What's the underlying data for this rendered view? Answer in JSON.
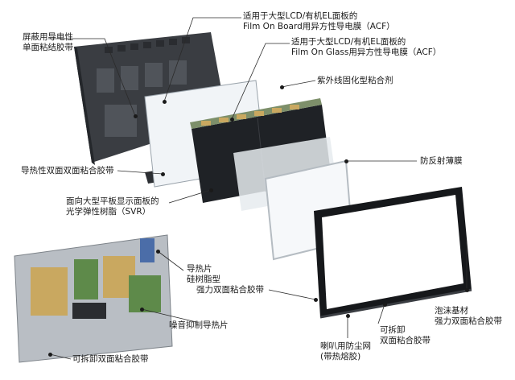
{
  "labels": {
    "shield_tape": [
      "屏蔽用导电性",
      "单面粘结胶带"
    ],
    "acf_board": [
      "适用于大型LCD/有机EL面板的",
      "Film On Board用异方性导电膜（ACF）"
    ],
    "acf_glass": [
      "适用于大型LCD/有机EL面板的",
      "Film On Glass用异方性导电膜（ACF）"
    ],
    "uv_adhesive": [
      "紫外线固化型粘合剂"
    ],
    "thermal_tape": [
      "导热性双面双面粘合胶带"
    ],
    "antireflection": [
      "防反射薄膜"
    ],
    "svr": [
      "面向大型平板显示面板的",
      "光学弹性树脂（SVR）"
    ],
    "thermal_silicone": [
      "导热片",
      "硅树脂型"
    ],
    "strong_tape": [
      "强力双面粘合胶带"
    ],
    "foam_tape": [
      "泡沫基材",
      "强力双面粘合胶带"
    ],
    "noise_sheet": [
      "噪音抑制导热片"
    ],
    "removable_tape": [
      "可拆卸",
      "双面粘合胶带"
    ],
    "speaker_mesh": [
      "喇叭用防尘网",
      "(带热熔胶)"
    ],
    "removable_tape_left": [
      "可拆卸双面粘合胶带"
    ]
  },
  "colors": {
    "line": "#2b2b2b",
    "back_cover": "#3a3d42",
    "panel": "#1f2226",
    "glass": "#e8eef3",
    "pcb_green": "#5e8a4a",
    "pcb_tan": "#c9a860"
  }
}
